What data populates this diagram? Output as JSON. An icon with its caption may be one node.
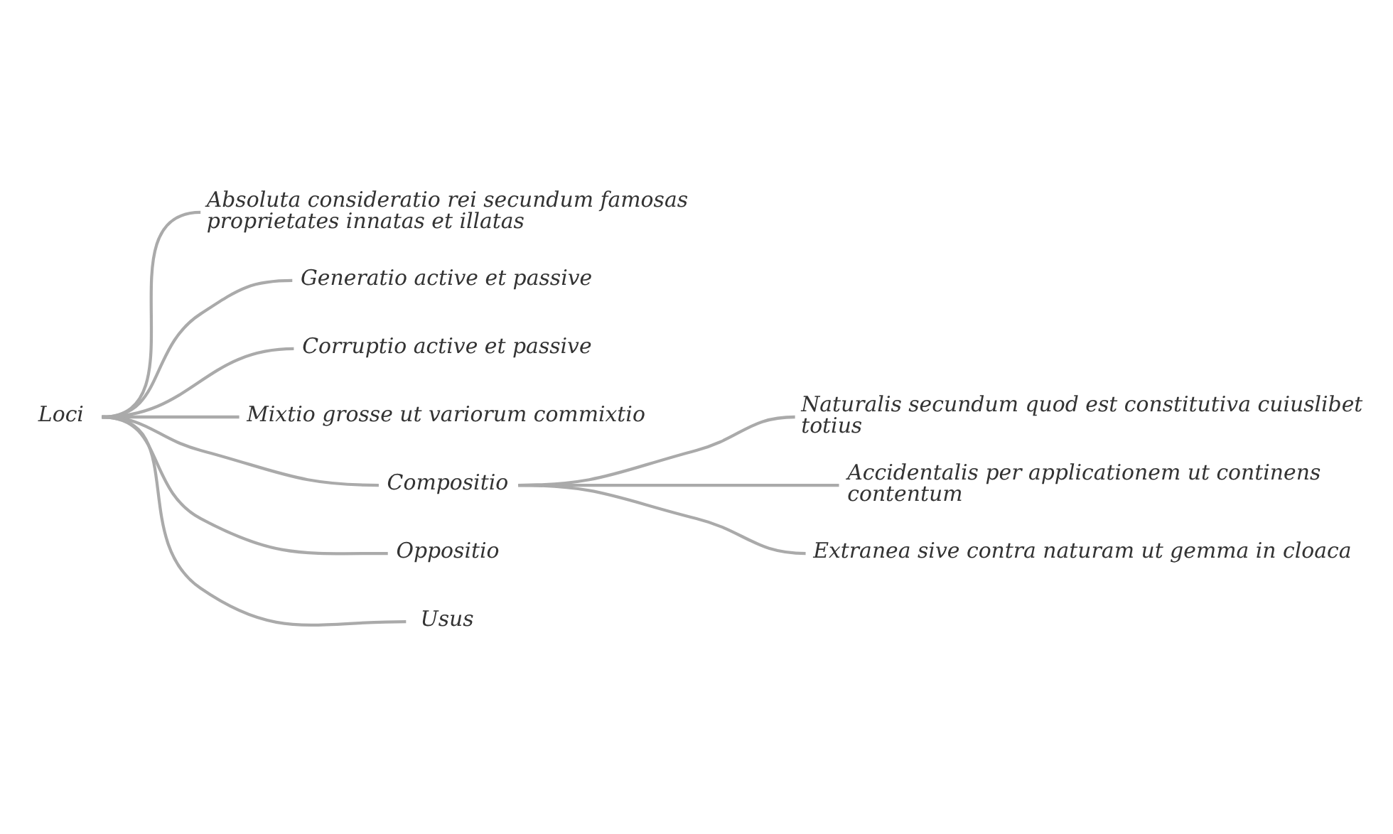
{
  "diagram": {
    "nodes": [
      {
        "text": [
          "Loci"
        ]
      },
      {
        "text": [
          "Absoluta consideratio rei secundum famosas proprietates innatas et illatas"
        ]
      },
      {
        "text": [
          "Generatio active et passive"
        ]
      },
      {
        "text": [
          "Corruptio active et passive"
        ]
      },
      {
        "text": [
          "Mixtio grosse ut variorum commixtio"
        ]
      },
      {
        "text": [
          "Compositio"
        ]
      },
      {
        "text": [
          "Naturalis secundum quod est constitutiva cuiuslibet totius"
        ]
      },
      {
        "text": [
          "Accidentalis per applicationem ut continens contentum"
        ]
      },
      {
        "text": [
          "Extranea sive contra naturam ut gemma in cloaca"
        ]
      },
      {
        "text": [
          "Oppositio"
        ]
      },
      {
        "text": [
          "Usus"
        ]
      }
    ],
    "edges": [
      {
        "from": 0,
        "to": 1,
        "arrow": "none"
      },
      {
        "from": 0,
        "to": 2,
        "arrow": "none"
      },
      {
        "from": 0,
        "to": 3,
        "arrow": "none"
      },
      {
        "from": 0,
        "to": 4,
        "arrow": "none"
      },
      {
        "from": 0,
        "to": 5,
        "arrow": "none"
      },
      {
        "from": 0,
        "to": 9,
        "arrow": "none"
      },
      {
        "from": 0,
        "to": 10,
        "arrow": "none"
      },
      {
        "from": 5,
        "to": 6,
        "arrow": "none"
      },
      {
        "from": 5,
        "to": 7,
        "arrow": "none"
      },
      {
        "from": 5,
        "to": 8,
        "arrow": "none"
      }
    ]
  }
}
